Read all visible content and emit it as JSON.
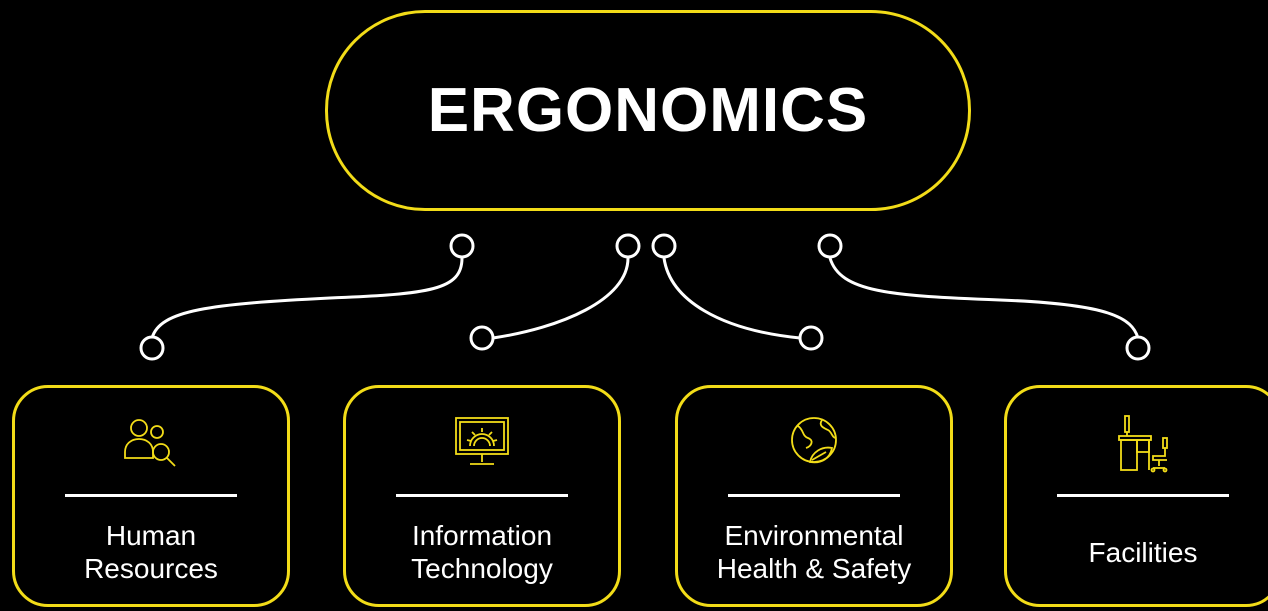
{
  "root": {
    "title": "ERGONOMICS"
  },
  "colors": {
    "background": "#000000",
    "accent": "#f2dc18",
    "text": "#ffffff"
  },
  "departments": [
    {
      "id": "hr",
      "icon": "people-search-icon",
      "lines": [
        "Human",
        "Resources"
      ]
    },
    {
      "id": "it",
      "icon": "monitor-gear-icon",
      "lines": [
        "Information",
        "Technology"
      ]
    },
    {
      "id": "ehs",
      "icon": "globe-leaf-icon",
      "lines": [
        "Environmental",
        "Health & Safety"
      ]
    },
    {
      "id": "facilities",
      "icon": "desk-chair-icon",
      "lines": [
        "Facilities"
      ]
    }
  ]
}
